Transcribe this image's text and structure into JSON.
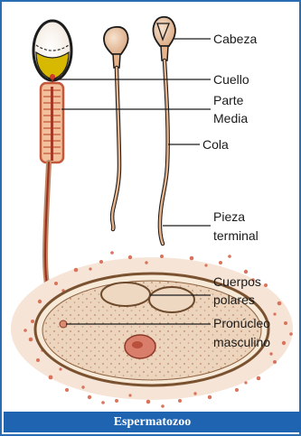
{
  "labels": {
    "head": "Cabeza",
    "neck": "Cuello",
    "midpiece_line1": "Parte",
    "midpiece_line2": "Media",
    "tail": "Cola",
    "endpiece_line1": "Pieza",
    "endpiece_line2": "terminal",
    "polar_bodies_line1": "Cuerpos",
    "polar_bodies_line2": "polares",
    "pronucleus_line1": "Pronúcleo",
    "pronucleus_line2": "masculino"
  },
  "caption": "Espermatozoo",
  "colors": {
    "frame": "#2a6db2",
    "caption_bg": "#1f64b0",
    "sperm_fill": "#e8b48c",
    "midpiece": "#c4563a",
    "egg_dots": "#d9735c",
    "egg_fill": "#edd6c0",
    "egg_ring": "#7a5230"
  }
}
